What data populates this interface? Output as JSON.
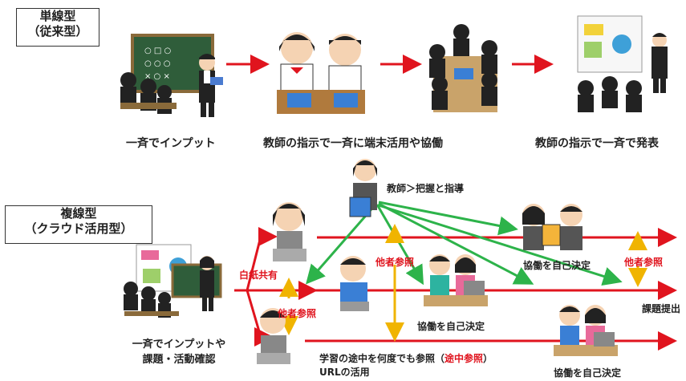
{
  "single_line": {
    "title_line1": "単線型",
    "title_line2": "（従来型）",
    "step1": "一斉でインプット",
    "step2": "教師の指示で一斉に端末活用や協働",
    "step3": "教師の指示で一斉で発表"
  },
  "multi_line": {
    "title_line1": "複線型",
    "title_line2": "（クラウド活用型）",
    "teacher_caption": "教師＞把握と指導",
    "input_line1": "一斉でインプットや",
    "input_line2": "課題・活動確認",
    "blank_share": "白紙共有",
    "peer_ref_1": "他者参照",
    "peer_ref_2": "他者参照",
    "peer_ref_3": "他者参照",
    "collab_1": "協働を自己決定",
    "collab_2": "協働を自己決定",
    "collab_3": "協働を自己決定",
    "submit": "課題提出",
    "bottom_line1_a": "学習の途中を何度でも参照（",
    "bottom_line1_b": "途中参照",
    "bottom_line1_c": "）",
    "bottom_line2": "URLの活用"
  },
  "colors": {
    "red_arrow": "#e0141e",
    "green_arrow": "#2db34a",
    "yellow_arrow": "#f0b400",
    "blackboard": "#2f5d3a"
  }
}
